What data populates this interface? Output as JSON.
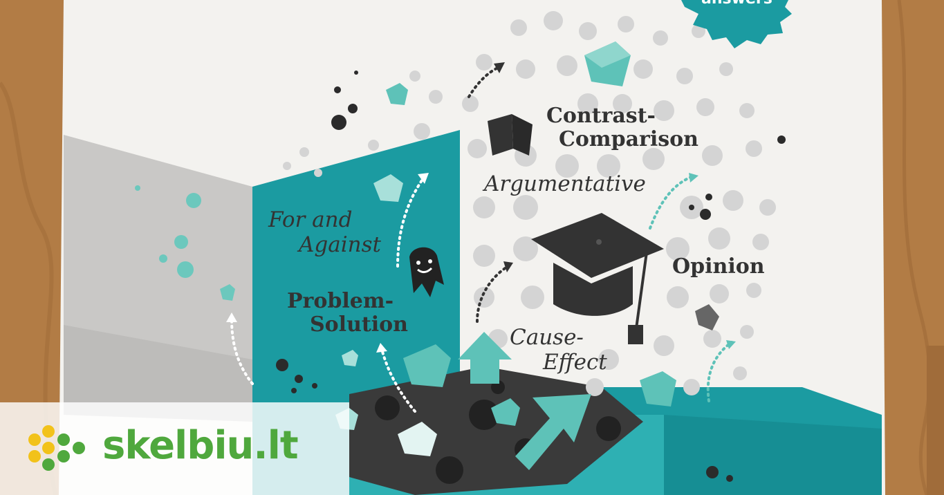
{
  "cover": {
    "badge": "answers",
    "labels": {
      "contrast": "Contrast-",
      "comparison": "Comparison",
      "argumentative": "Argumentative",
      "for_and": "For and",
      "against": "Against",
      "opinion": "Opinion",
      "problem": "Problem-",
      "solution": "Solution",
      "cause": "Cause-",
      "effect": "Effect"
    }
  },
  "watermark": {
    "text": "skelbiu.lt"
  },
  "colors": {
    "teal": "#1a9aa0",
    "light_teal": "#5bc2b8",
    "gray": "#bdbdbd",
    "dark": "#333333",
    "wood": "#b07a44",
    "paper": "#f4f3f0",
    "brand_green": "#4fa83d",
    "brand_yellow": "#f2c21a"
  }
}
